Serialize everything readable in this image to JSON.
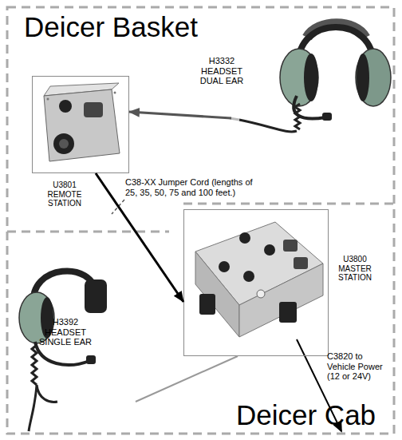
{
  "diagram": {
    "nodes": [
      {
        "text": [
          "H3332 HEADSET DUAL EAR"
        ]
      },
      {
        "text": [
          "U3801 REMOTE STATION"
        ]
      },
      {
        "text": [
          "U3800 MASTER STATION"
        ]
      },
      {
        "text": [
          "H3392 HEADSET SINGLE EAR"
        ]
      }
    ],
    "edges": [
      {
        "from": 0,
        "to": 1,
        "arrow": "to"
      },
      {
        "from": 1,
        "to": 2,
        "arrow": "to",
        "label": "C38-XX Jumper Cord (lengths of 25, 35, 50, 75 and 100 feet.)"
      },
      {
        "from": 3,
        "to": 2,
        "arrow": "none"
      }
    ],
    "labels": [
      "Deicer Basket",
      "C3820 to Vehicle Power (12 or 24V)",
      "Deicer Cab"
    ]
  }
}
